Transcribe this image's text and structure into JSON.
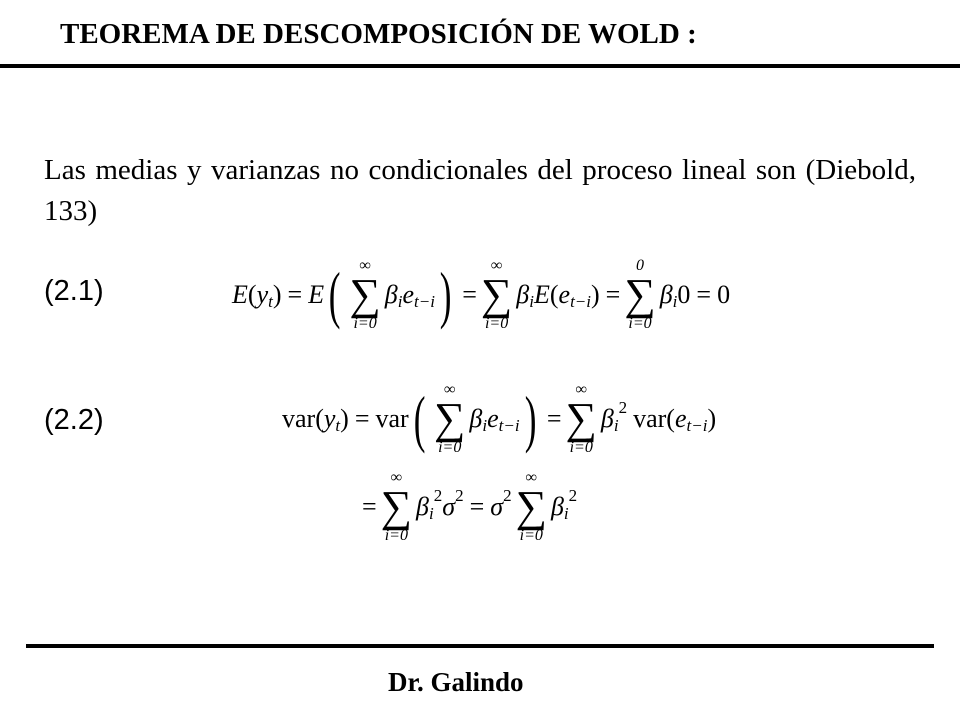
{
  "header": {
    "title": "TEOREMA DE DESCOMPOSICIÓN DE WOLD :"
  },
  "body": {
    "paragraph": "Las medias y varianzas no condicionales del proceso lineal son (Diebold, 133)"
  },
  "equations": [
    {
      "label": "(2.1)"
    },
    {
      "label": "(2.2)"
    }
  ],
  "math": {
    "E": "E",
    "y": "y",
    "t": "t",
    "beta": "β",
    "e": "e",
    "i": "i",
    "tmi": "t−i",
    "eq": "=",
    "zero": "0",
    "inf": "∞",
    "i0": "i=0",
    "sigma_sum": "∑",
    "var": "var",
    "two": "2",
    "sigma": "σ",
    "lp": "(",
    "rp": ")"
  },
  "footer": {
    "author": "Dr.  Galindo"
  }
}
